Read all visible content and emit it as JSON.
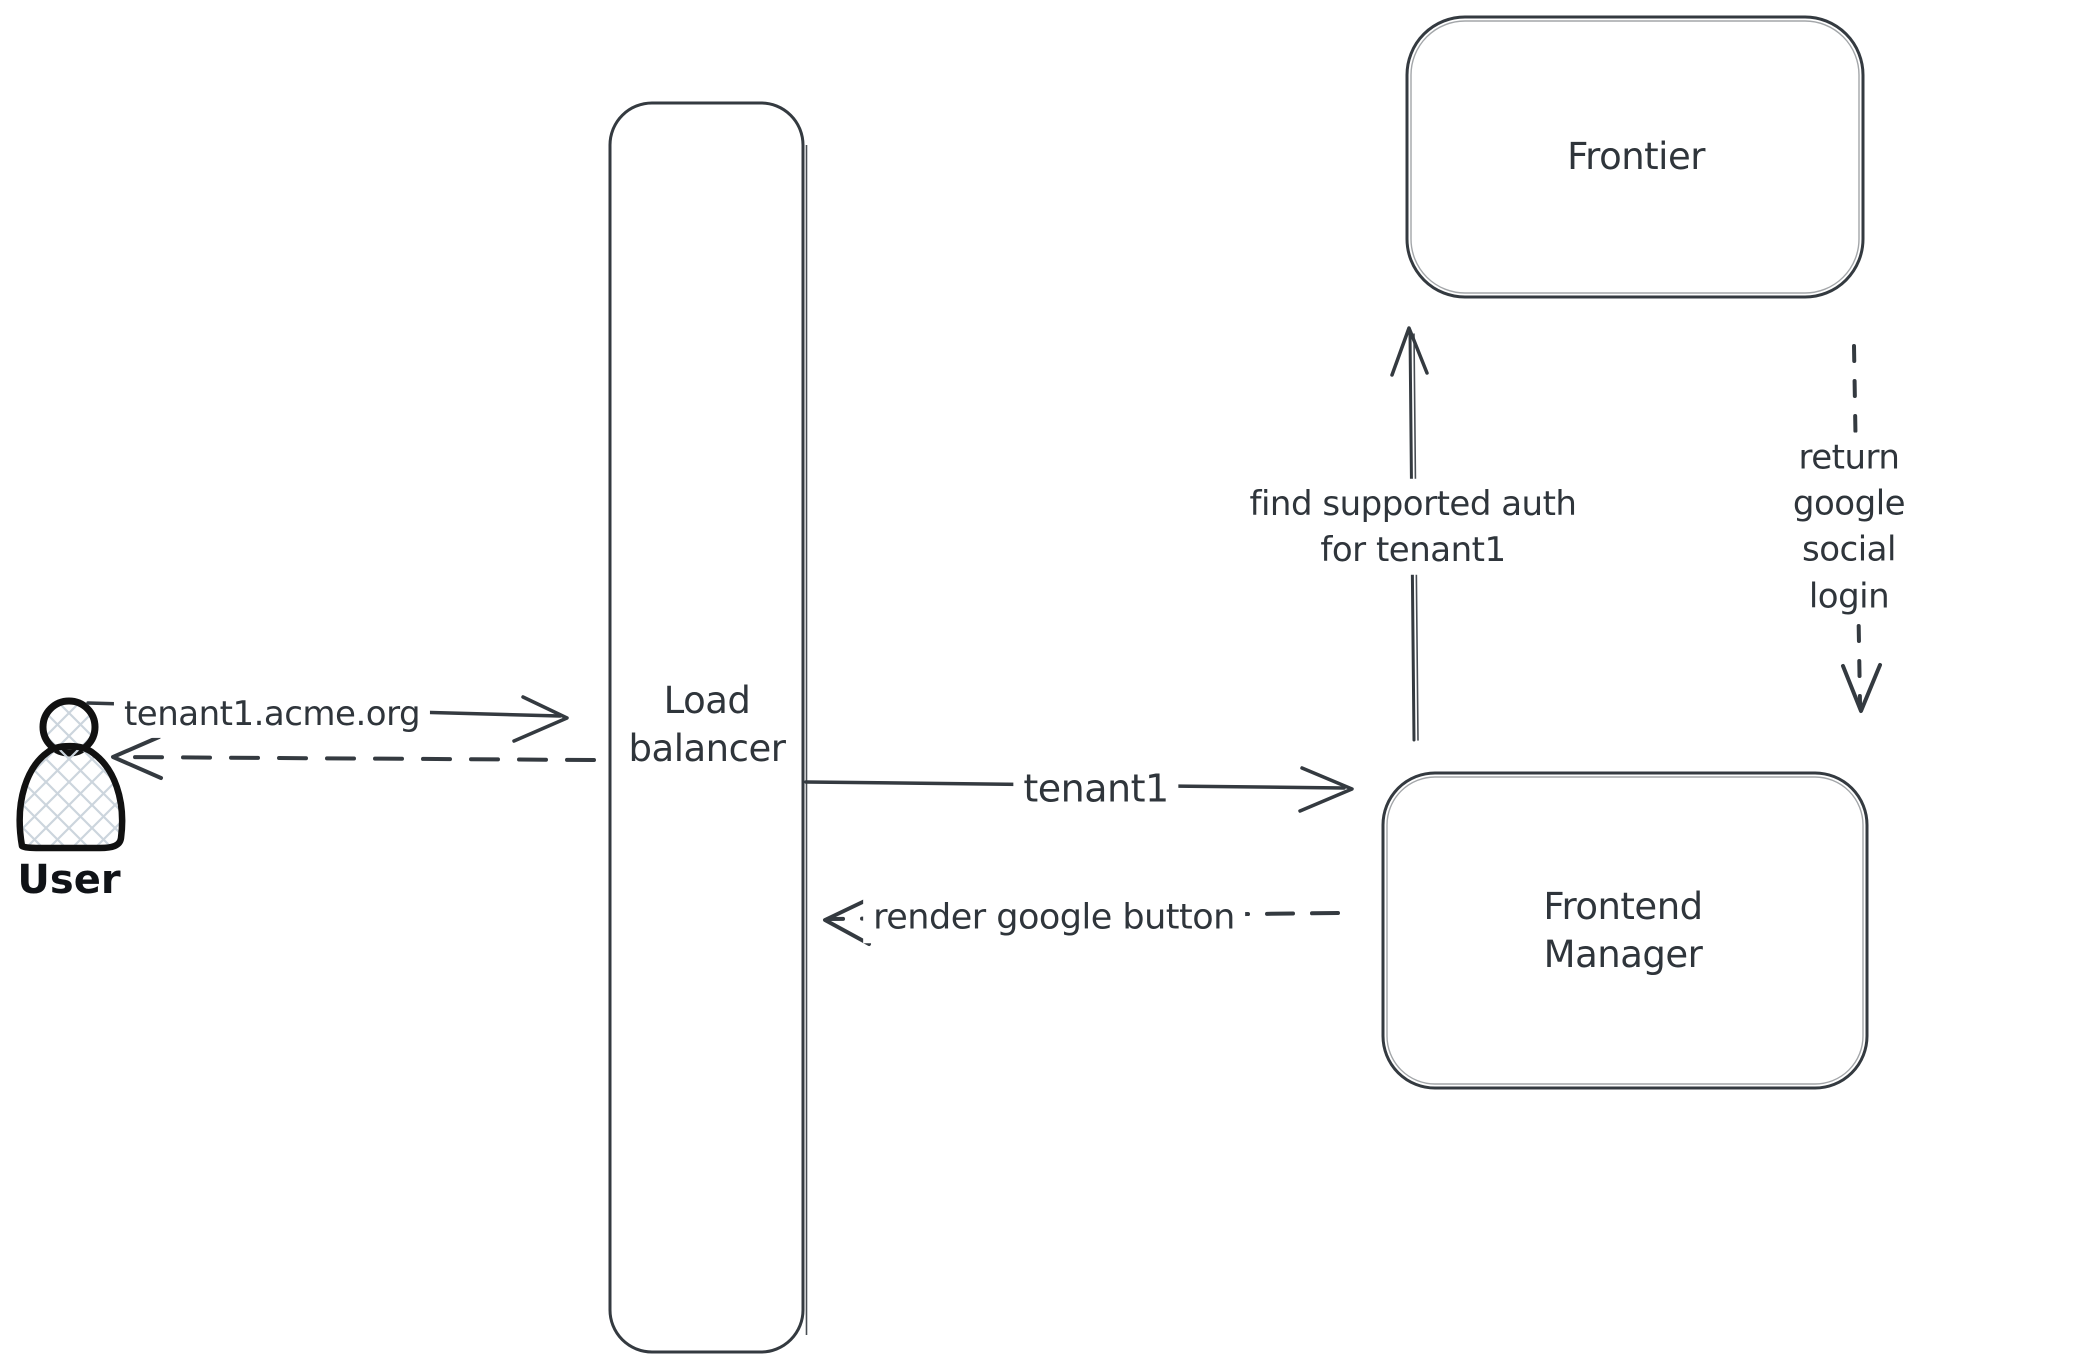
{
  "canvas": {
    "background": "#ffffff",
    "stroke_color": "#343a40",
    "text_color": "#2f353b",
    "user_icon_stroke": "#111111",
    "hatch_fill_color": "#ccd5dd"
  },
  "nodes": {
    "user": {
      "label": "User",
      "icon": "person-icon"
    },
    "load_balancer": {
      "label": "Load\nbalancer"
    },
    "frontier": {
      "label": "Frontier"
    },
    "frontend_manager": {
      "label": "Frontend\nManager"
    }
  },
  "edges": {
    "user_to_load_balancer": {
      "label": "tenant1.acme.org",
      "style": "solid",
      "direction": "right"
    },
    "load_balancer_to_user": {
      "style": "dashed",
      "direction": "left"
    },
    "load_balancer_to_frontend_manager": {
      "label": "tenant1",
      "style": "solid",
      "direction": "right"
    },
    "frontend_manager_to_load_balancer": {
      "label": "render google button",
      "style": "dashed",
      "direction": "left"
    },
    "frontend_manager_to_frontier": {
      "label": "find supported auth\nfor tenant1",
      "style": "solid",
      "direction": "up"
    },
    "frontier_to_frontend_manager": {
      "label": "return google social\nlogin",
      "style": "dashed",
      "direction": "down"
    }
  }
}
